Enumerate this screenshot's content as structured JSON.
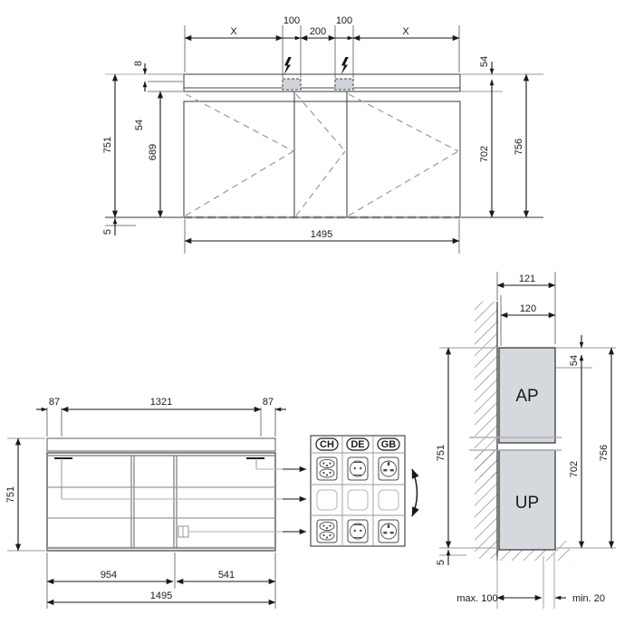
{
  "drawing": {
    "title": "Mirror cabinet installation dimension drawing",
    "units": "mm",
    "line_color": "#4a4a4a",
    "dim_color": "#1a1a1a",
    "fill_color": "#d5d9de",
    "hatch_color": "#6e6e6e"
  },
  "front_view": {
    "name": "front-elevation-top",
    "top_dims": [
      {
        "label": "X"
      },
      {
        "label": "100"
      },
      {
        "label": "200"
      },
      {
        "label": "100"
      },
      {
        "label": "X"
      }
    ],
    "left_dims": [
      {
        "label": "8"
      },
      {
        "label": "54"
      },
      {
        "label": "751"
      },
      {
        "label": "689"
      },
      {
        "label": "5"
      }
    ],
    "right_dims": [
      {
        "label": "54"
      },
      {
        "label": "702"
      },
      {
        "label": "756"
      }
    ],
    "bottom_dim": {
      "label": "1495"
    },
    "power_symbol": "lightning-bolt",
    "power_symbol_count": 2,
    "door_count": 3
  },
  "bottom_view": {
    "name": "front-elevation-interior",
    "top_dims": [
      {
        "label": "87"
      },
      {
        "label": "1321"
      },
      {
        "label": "87"
      }
    ],
    "left_dim": {
      "label": "751"
    },
    "bottom_dims": [
      {
        "label": "954"
      },
      {
        "label": "541"
      },
      {
        "label": "1495"
      }
    ]
  },
  "socket_panel": {
    "name": "socket-variants-table",
    "columns": [
      {
        "code": "CH",
        "name": "switzerland"
      },
      {
        "code": "DE",
        "name": "germany"
      },
      {
        "code": "GB",
        "name": "great-britain"
      }
    ],
    "rows": [
      {
        "type": "socket"
      },
      {
        "type": "blank"
      },
      {
        "type": "socket"
      }
    ],
    "callout_arrows": 3,
    "swap_arrow": "curved-double-arrow"
  },
  "section_view": {
    "name": "wall-section-ap-up",
    "top_dims": [
      {
        "label": "121"
      },
      {
        "label": "120"
      }
    ],
    "left_dim": {
      "label": "751"
    },
    "bottom_left_dim": {
      "label": "5"
    },
    "right_dims": [
      {
        "label": "54"
      },
      {
        "label": "702"
      },
      {
        "label": "756"
      }
    ],
    "boxes": [
      {
        "label": "AP",
        "name": "surface-mounted-box"
      },
      {
        "label": "UP",
        "name": "flush-mounted-box"
      }
    ],
    "bottom_dims": [
      {
        "label": "max. 100"
      },
      {
        "label": "min. 20"
      }
    ]
  }
}
